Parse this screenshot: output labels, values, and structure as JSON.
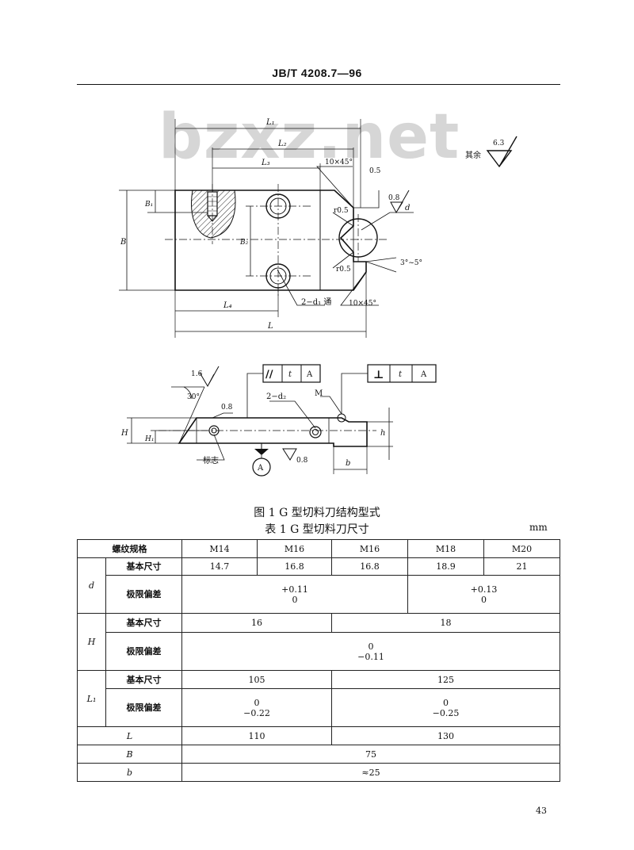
{
  "header": {
    "standard_code": "JB/T 4208.7—96"
  },
  "watermark": "bzxz.net",
  "drawing": {
    "dim_labels": {
      "L1": "L₁",
      "L2": "L₂",
      "L3": "L₃",
      "L4": "L₄",
      "L": "L",
      "B": "B",
      "B1": "B₁",
      "B2": "B₂",
      "H": "H",
      "H1": "H₁",
      "h": "h",
      "b": "b",
      "d": "d"
    },
    "chamfer_top": "10×45°",
    "chamfer_bottom": "10×45°",
    "offset_05": "0.5",
    "radius_top": "r0.5",
    "radius_bottom": "r0.5",
    "angle": "3°~5°",
    "holes_label": "2−d₁ 通",
    "holes_label_side": "2−d₂",
    "mark_label": "标志",
    "datum": "A",
    "surface_symbol_rest_label": "其余",
    "surface_symbol_rest_value": "6.3",
    "roughness_08": "0.8",
    "roughness_16": "1.6",
    "angle_30": "30°",
    "point_M": "M",
    "frame_parallel": {
      "symbol": "//",
      "tol": "t",
      "datum": "A"
    },
    "frame_perpendicular": {
      "symbol": "⊥",
      "tol": "t",
      "datum": "A"
    }
  },
  "figure_caption": "图 1  G 型切料刀结构型式",
  "table_caption": "表 1  G 型切料刀尺寸",
  "unit": "mm",
  "table": {
    "thread_label": "螺纹规格",
    "thread_specs": [
      "M14",
      "M16",
      "M16",
      "M18",
      "M20"
    ],
    "d": {
      "symbol": "d",
      "basic_label": "基本尺寸",
      "basic": [
        "14.7",
        "16.8",
        "16.8",
        "18.9",
        "21"
      ],
      "tol_label": "极限偏差",
      "tol_1_upper": "+0.11",
      "tol_1_lower": "0",
      "tol_2_upper": "+0.13",
      "tol_2_lower": "0"
    },
    "H": {
      "symbol": "H",
      "basic_label": "基本尺寸",
      "basic_1": "16",
      "basic_2": "18",
      "tol_label": "极限偏差",
      "tol_upper": "0",
      "tol_lower": "−0.11"
    },
    "L1": {
      "symbol": "L₁",
      "basic_label": "基本尺寸",
      "basic_1": "105",
      "basic_2": "125",
      "tol_label": "极限偏差",
      "tol_1_upper": "0",
      "tol_1_lower": "−0.22",
      "tol_2_upper": "0",
      "tol_2_lower": "−0.25"
    },
    "L": {
      "symbol": "L",
      "value_1": "110",
      "value_2": "130"
    },
    "B": {
      "symbol": "B",
      "value": "75"
    },
    "b": {
      "symbol": "b",
      "value": "≈25"
    }
  },
  "page_number": "43"
}
